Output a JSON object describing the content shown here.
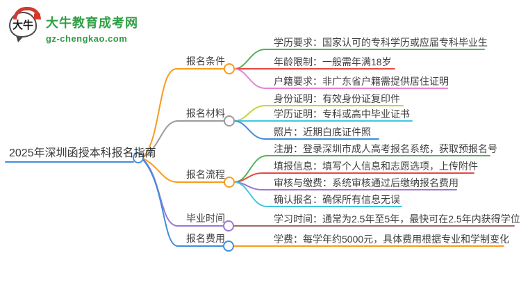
{
  "logo": {
    "icon_text": "大牛",
    "brand_name": "大牛教育成考网",
    "brand_domain": "gz-chengkao.com",
    "brand_color": "#2f9e44",
    "icon_red": "#d3392c"
  },
  "palette": {
    "orange": "#f89b1c",
    "gray": "#9a9a9a",
    "green": "#54b254",
    "red": "#e6493f",
    "pink": "#e982d5",
    "yellowgreen": "#c9d234",
    "cyan": "#3fc8e0",
    "blue": "#3e8ede",
    "purple": "#9878d2",
    "brown": "#a26a60",
    "text": "#3f3f3f"
  },
  "root": {
    "title": "2025年深圳函授本科报名指南"
  },
  "branches": [
    {
      "label": "报名条件",
      "children": [
        {
          "text": "学历要求：国家认可的专科学历或应届专科毕业生"
        },
        {
          "text": "年龄限制：一般需年满18岁"
        },
        {
          "text": "户籍要求：非广东省户籍需提供居住证明"
        }
      ]
    },
    {
      "label": "报名材料",
      "children": [
        {
          "text": "身份证明：有效身份证复印件"
        },
        {
          "text": "学历证明：专科或高中毕业证书"
        },
        {
          "text": "照片：近期白底证件照"
        }
      ]
    },
    {
      "label": "报名流程",
      "children": [
        {
          "text": "注册：登录深圳市成人高考报名系统，获取预报名号"
        },
        {
          "text": "填报信息：填写个人信息和志愿选项，上传附件"
        },
        {
          "text": "审核与缴费：系统审核通过后缴纳报名费用"
        },
        {
          "text": "确认报名：确保所有信息无误"
        }
      ]
    },
    {
      "label": "毕业时间",
      "children": [
        {
          "text": "学习时间：通常为2.5年至5年，最快可在2.5年内获得学位"
        }
      ]
    },
    {
      "label": "报名费用",
      "children": [
        {
          "text": "学费：每学年约5000元，具体费用根据专业和学制变化"
        }
      ]
    }
  ]
}
